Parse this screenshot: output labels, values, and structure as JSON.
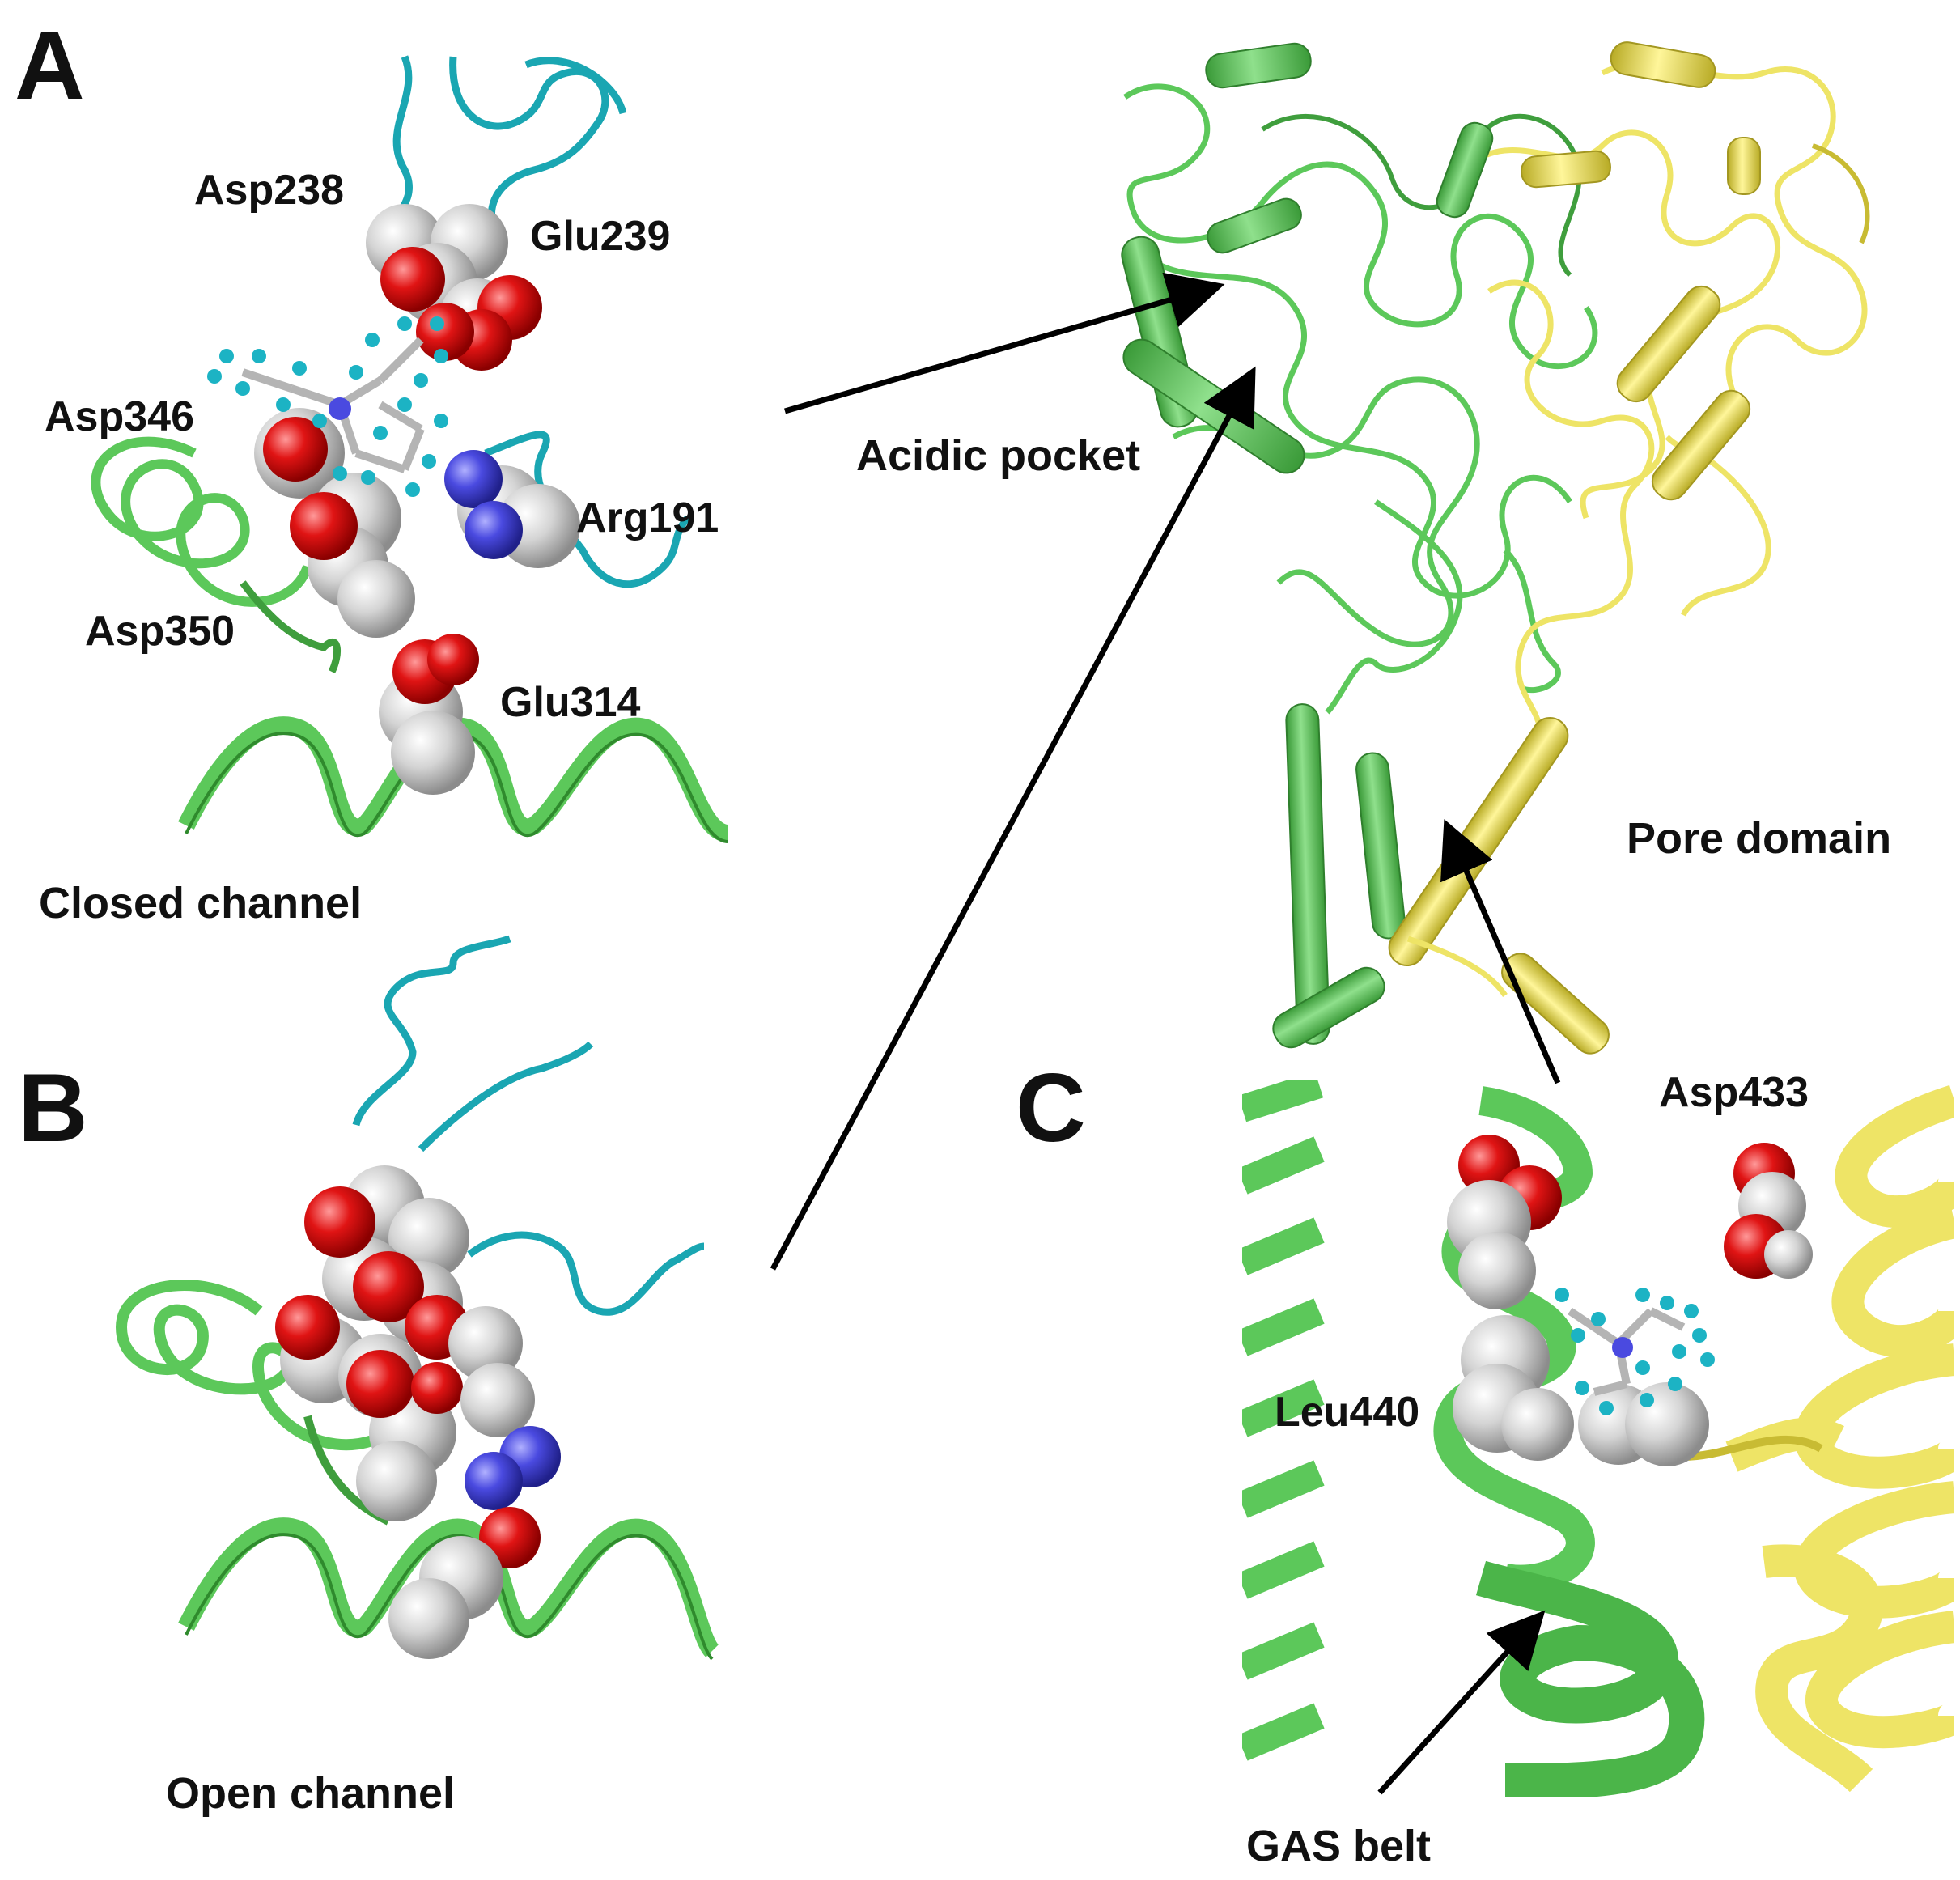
{
  "panels": {
    "a": "A",
    "b": "B",
    "c": "C"
  },
  "residues": {
    "asp238": "Asp238",
    "glu239": "Glu239",
    "asp346": "Asp346",
    "arg191": "Arg191",
    "asp350": "Asp350",
    "glu314": "Glu314",
    "asp433": "Asp433",
    "leu440": "Leu440"
  },
  "captions": {
    "closed_channel": "Closed channel",
    "open_channel": "Open channel",
    "acidic_pocket": "Acidic pocket",
    "pore_domain": "Pore domain",
    "gas_belt": "GAS belt"
  },
  "colors": {
    "green_ribbon": "#5cc85a",
    "green_dark": "#3f9e3d",
    "yellow_ribbon": "#eee466",
    "yellow_dark": "#c8bb33",
    "cyan_coil": "#1aa6b2",
    "oxygen": "#e01414",
    "nitrogen": "#4a4ae0",
    "carbon": "#d9d9d9",
    "arrow": "#000000"
  }
}
